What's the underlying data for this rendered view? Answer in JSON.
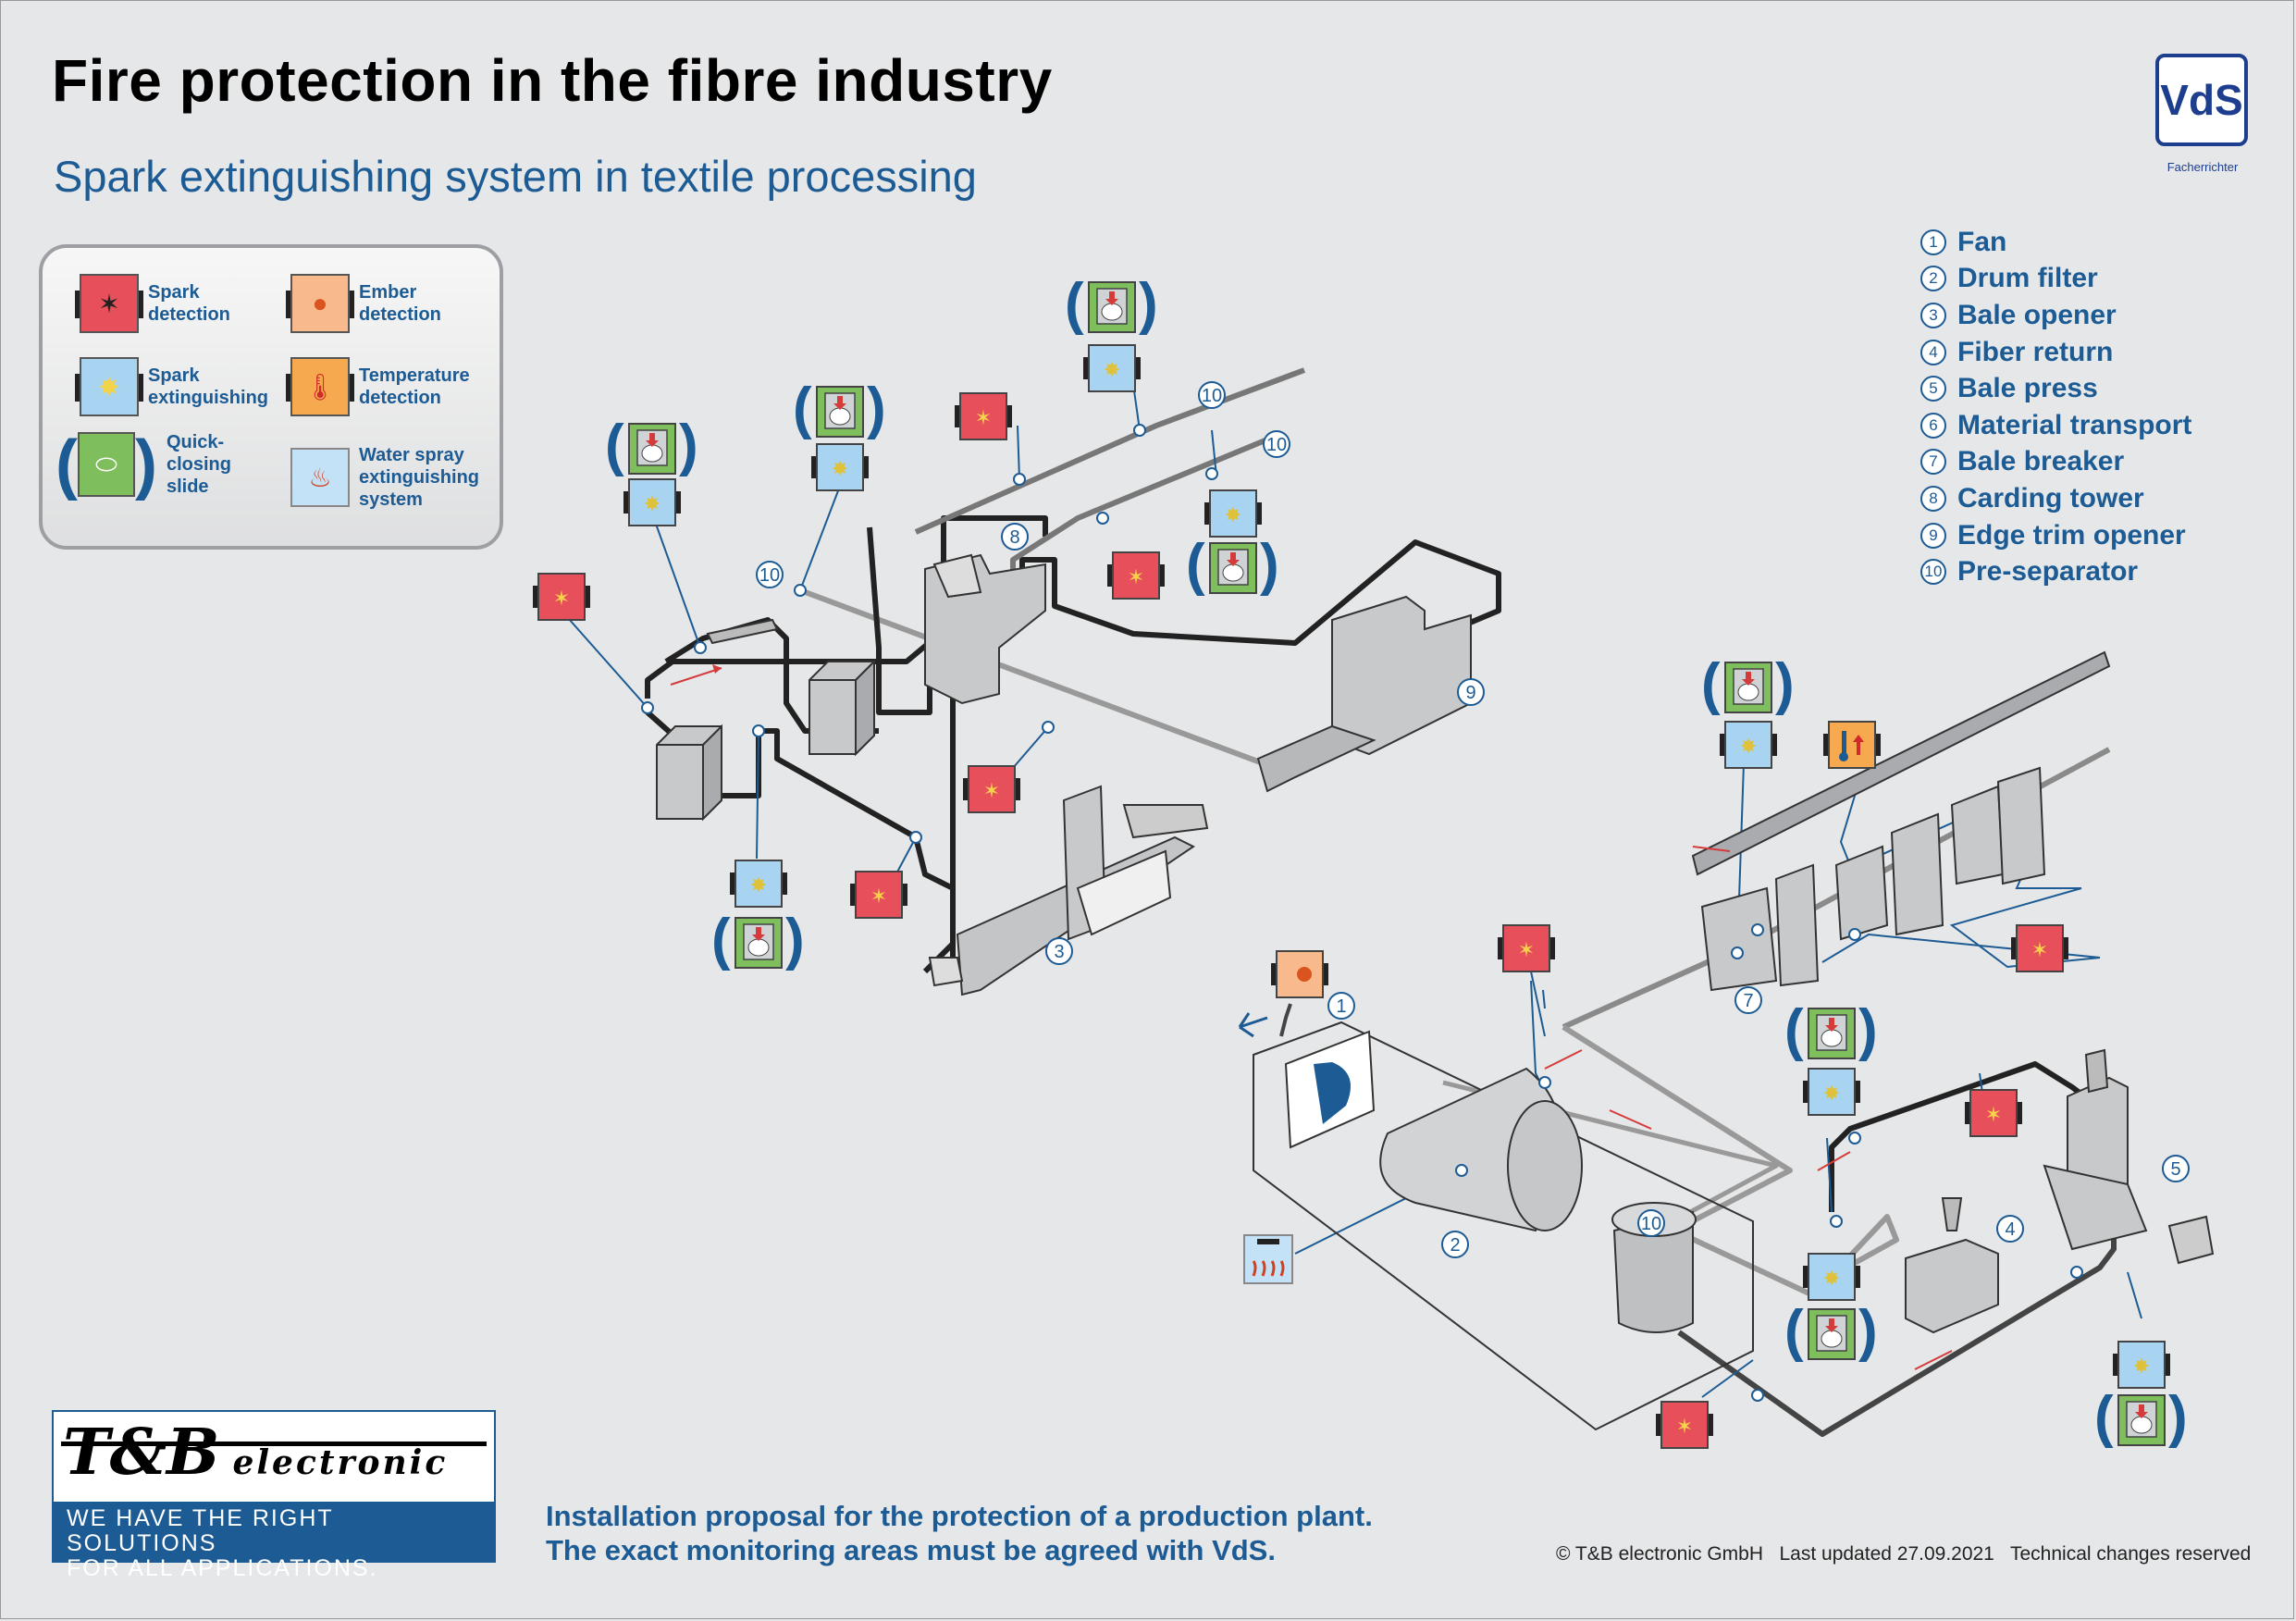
{
  "header": {
    "title": "Fire protection in the fibre industry",
    "subtitle": "Spark extinguishing system in textile processing",
    "badge": "VdS",
    "badge_caption": "Facherrichter"
  },
  "legend": [
    {
      "label": "Spark detection",
      "icon": "spark-detector-icon"
    },
    {
      "label": "Ember detection",
      "icon": "ember-detector-icon"
    },
    {
      "label": "Spark extinguishing",
      "icon": "spark-extinguisher-icon"
    },
    {
      "label": "Temperature detection",
      "icon": "temperature-detector-icon"
    },
    {
      "label": "Quick-closing slide",
      "icon": "quick-closing-slide-icon"
    },
    {
      "label": "Water spray extinguishing system",
      "icon": "water-spray-icon"
    }
  ],
  "components": [
    {
      "num": "1",
      "label": "Fan"
    },
    {
      "num": "2",
      "label": "Drum filter"
    },
    {
      "num": "3",
      "label": "Bale opener"
    },
    {
      "num": "4",
      "label": "Fiber return"
    },
    {
      "num": "5",
      "label": "Bale press"
    },
    {
      "num": "6",
      "label": "Material transport"
    },
    {
      "num": "7",
      "label": "Bale breaker"
    },
    {
      "num": "8",
      "label": "Carding tower"
    },
    {
      "num": "9",
      "label": "Edge trim opener"
    },
    {
      "num": "10",
      "label": "Pre-separator"
    }
  ],
  "diagram_tags": [
    "10",
    "10",
    "10",
    "8",
    "9",
    "3",
    "1",
    "2",
    "10",
    "7",
    "4",
    "5"
  ],
  "footer": {
    "company": "T&B",
    "company_suffix": "electronic",
    "slogan_line1": "WE HAVE THE RIGHT SOLUTIONS",
    "slogan_line2": "FOR ALL APPLICATIONS.",
    "note_line1": "Installation proposal for the protection of a production plant.",
    "note_line2": "The exact monitoring areas must be agreed with VdS.",
    "copyright": "© T&B electronic GmbH   Last updated 27.09.2021   Technical changes reserved"
  },
  "colors": {
    "brand_blue": "#1d5b94",
    "spark_red": "#e7505a",
    "ember_orange": "#f8b98d",
    "extinguish_blue": "#a8d4f2",
    "slide_green": "#7fbe5c",
    "temp_orange": "#f6a94e"
  }
}
